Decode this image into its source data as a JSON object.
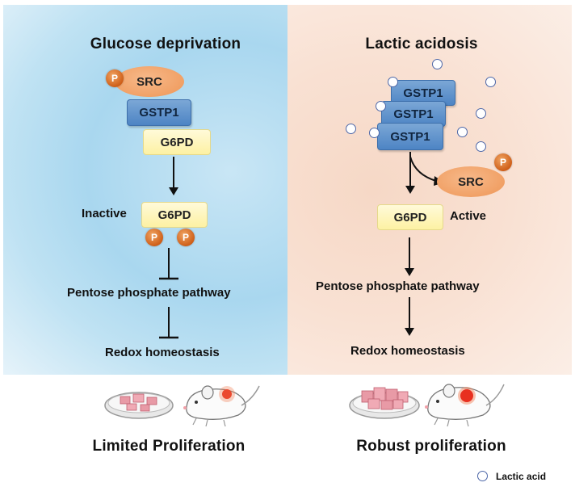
{
  "left": {
    "title": "Glucose deprivation",
    "src": "SRC",
    "p": "P",
    "gstp1": "GSTP1",
    "g6pd": "G6PD",
    "inactive": "Inactive",
    "g6pd2": "G6PD",
    "pathway": "Pentose phosphate pathway",
    "redox": "Redox homeostasis",
    "outcome": "Limited Proliferation"
  },
  "right": {
    "title": "Lactic acidosis",
    "gstp1": "GSTP1",
    "src": "SRC",
    "p": "P",
    "g6pd": "G6PD",
    "active": "Active",
    "pathway": "Pentose phosphate pathway",
    "redox": "Redox homeostasis",
    "outcome": "Robust proliferation"
  },
  "legend": {
    "label": "Lactic acid"
  },
  "colors": {
    "left_bg": "#a9d7ef",
    "right_bg": "#f9e1d3",
    "gstp1": "#4d84c4",
    "g6pd": "#fdf1a3",
    "src": "#ee9656",
    "phospho": "#cc5a14",
    "lactic_acid": "#4d67a8"
  },
  "icons": [
    "tumor-dish-icon",
    "mouse-icon",
    "lactic-acid-bubble-icon",
    "phospho-icon"
  ]
}
